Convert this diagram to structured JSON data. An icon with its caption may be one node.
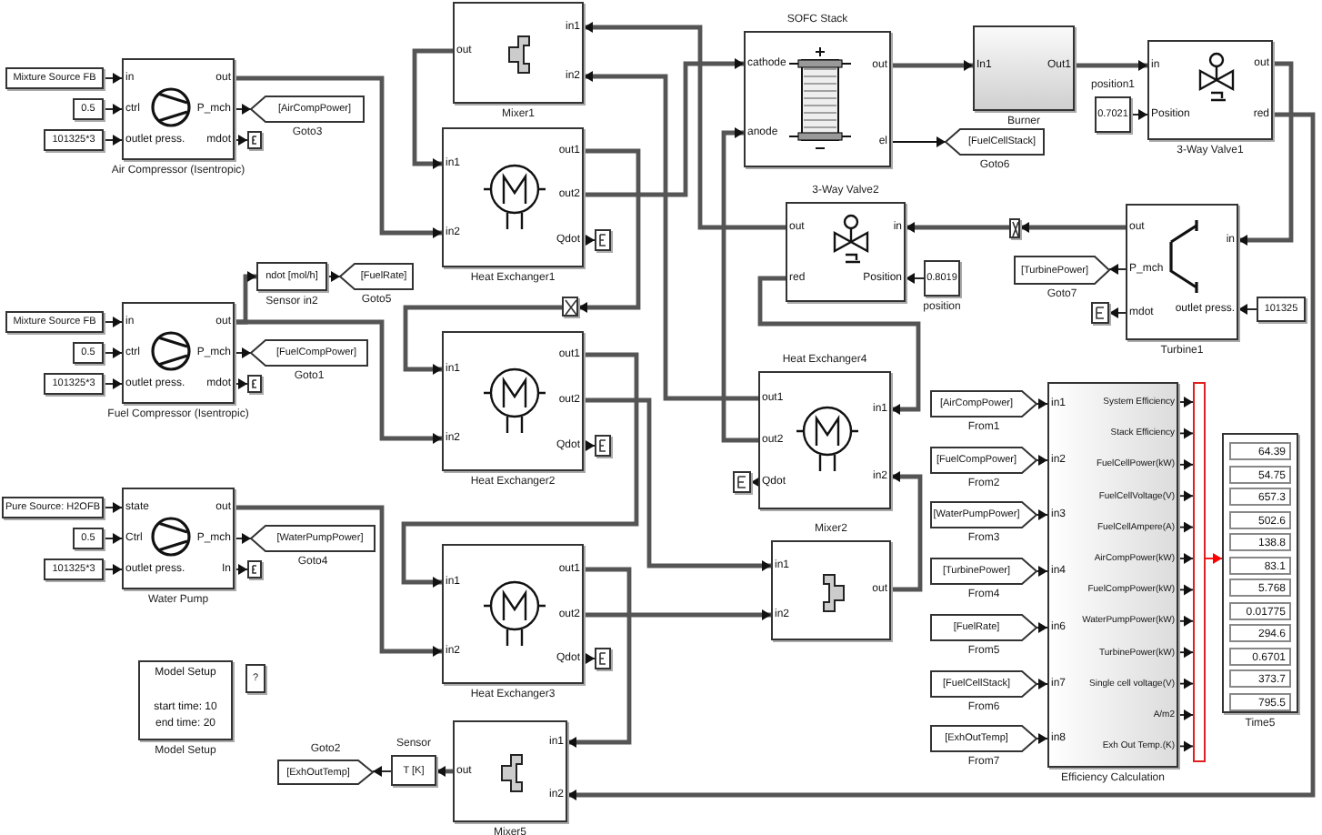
{
  "diagram": {
    "nodes": [
      {
        "text": [
          "Mixture Source FB"
        ]
      },
      {
        "text": [
          "0.5"
        ]
      },
      {
        "text": [
          "101325*3"
        ]
      },
      {
        "text": [
          "in",
          "ctrl",
          "outlet press.",
          "out",
          "P_mch",
          "mdot"
        ],
        "beside": [
          "Air Compressor (Isentropic)"
        ]
      },
      {
        "text": [
          "[AirCompPower]"
        ],
        "beside": [
          "Goto3"
        ]
      },
      {
        "text": [],
        "shape": "box"
      },
      {
        "text": [
          "ndot [mol/h]"
        ],
        "beside": [
          "Sensor in2"
        ]
      },
      {
        "text": [
          "[FuelRate]"
        ],
        "beside": [
          "Goto5"
        ]
      },
      {
        "text": [
          "Mixture Source FB"
        ]
      },
      {
        "text": [
          "0.5"
        ]
      },
      {
        "text": [
          "101325*3"
        ]
      },
      {
        "text": [
          "in",
          "ctrl",
          "outlet press.",
          "out",
          "P_mch",
          "mdot"
        ],
        "beside": [
          "Fuel Compressor (Isentropic)"
        ]
      },
      {
        "text": [
          "[FuelCompPower]"
        ],
        "beside": [
          "Goto1"
        ]
      },
      {
        "text": [],
        "shape": "box"
      },
      {
        "text": [
          "Pure Source: H2OFB"
        ]
      },
      {
        "text": [
          "0.5"
        ]
      },
      {
        "text": [
          "101325*3"
        ]
      },
      {
        "text": [
          "state",
          "Ctrl",
          "outlet press.",
          "out",
          "P_mch",
          "In"
        ],
        "beside": [
          "Water Pump"
        ]
      },
      {
        "text": [
          "[WaterPumpPower]"
        ],
        "beside": [
          "Goto4"
        ]
      },
      {
        "text": [],
        "shape": "box"
      },
      {
        "text": [
          "Model Setup",
          "start time: 10",
          "end time: 20"
        ],
        "beside": [
          "Model Setup"
        ]
      },
      {
        "text": [
          "?"
        ]
      },
      {
        "text": [
          "[ExhOutTemp]"
        ],
        "beside": [
          "Goto2"
        ]
      },
      {
        "text": [
          "T [K]"
        ],
        "beside": [
          "Sensor"
        ]
      },
      {
        "text": [
          "out",
          "in1",
          "in2"
        ],
        "beside": [
          "Mixer1"
        ]
      },
      {
        "text": [
          "in1",
          "in2",
          "out1",
          "out2",
          "Qdot"
        ],
        "beside": [
          "Heat Exchanger1"
        ]
      },
      {
        "text": [],
        "shape": "box"
      },
      {
        "text": [],
        "shape": "box"
      },
      {
        "text": [
          "in1",
          "in2",
          "out1",
          "out2",
          "Qdot"
        ],
        "beside": [
          "Heat Exchanger2"
        ]
      },
      {
        "text": [],
        "shape": "box"
      },
      {
        "text": [
          "in1",
          "in2",
          "out1",
          "out2",
          "Qdot"
        ],
        "beside": [
          "Heat Exchanger3"
        ]
      },
      {
        "text": [],
        "shape": "box"
      },
      {
        "text": [
          "out",
          "in1",
          "in2"
        ],
        "beside": [
          "Mixer5"
        ]
      },
      {
        "text": [
          "cathode",
          "anode",
          "out",
          "el"
        ],
        "beside": [
          "SOFC Stack"
        ]
      },
      {
        "text": [
          "In1",
          "Out1"
        ],
        "beside": [
          "Burner"
        ]
      },
      {
        "text": [
          "[FuelCellStack]"
        ],
        "beside": [
          "Goto6"
        ]
      },
      {
        "text": [
          "0.7021"
        ],
        "beside": [
          "position1"
        ]
      },
      {
        "text": [
          "in",
          "Position",
          "out",
          "red"
        ],
        "beside": [
          "3-Way Valve1"
        ]
      },
      {
        "text": [
          "out",
          "red",
          "in",
          "Position"
        ],
        "beside": [
          "3-Way Valve2"
        ]
      },
      {
        "text": [
          "0.8019"
        ],
        "beside": [
          "position"
        ]
      },
      {
        "text": [],
        "shape": "box"
      },
      {
        "text": [
          "out",
          "P_mch",
          "mdot",
          "in",
          "outlet press."
        ],
        "beside": [
          "Turbine1"
        ]
      },
      {
        "text": [
          "[TurbinePower]"
        ],
        "beside": [
          "Goto7"
        ]
      },
      {
        "text": [],
        "shape": "box"
      },
      {
        "text": [
          "101325"
        ]
      },
      {
        "text": [
          "out1",
          "out2",
          "Qdot",
          "in1",
          "in2"
        ],
        "beside": [
          "Heat Exchanger4"
        ]
      },
      {
        "text": [],
        "shape": "box"
      },
      {
        "text": [
          "in1",
          "in2",
          "out"
        ],
        "beside": [
          "Mixer2"
        ]
      },
      {
        "text": [
          "in1",
          "in2",
          "in3",
          "in4",
          "in6",
          "in7",
          "in8",
          "System Efficiency",
          "Stack Efficiency",
          "FuelCellPower(kW)",
          "FuelCellVoltage(V)",
          "FuelCellAmpere(A)",
          "AirCompPower(kW)",
          "FuelCompPower(kW)",
          "WaterPumpPower(kW)",
          "TurbinePower(kW)",
          "Single cell voltage(V)",
          "A/m2",
          "Exh Out Temp.(K)"
        ],
        "beside": [
          "Efficiency Calculation"
        ]
      },
      {
        "text": [
          "[AirCompPower]"
        ],
        "beside": [
          "From1"
        ]
      },
      {
        "text": [
          "[FuelCompPower]"
        ],
        "beside": [
          "From2"
        ]
      },
      {
        "text": [
          "[WaterPumpPower]"
        ],
        "beside": [
          "From3"
        ]
      },
      {
        "text": [
          "[TurbinePower]"
        ],
        "beside": [
          "From4"
        ]
      },
      {
        "text": [
          "[FuelRate]"
        ],
        "beside": [
          "From5"
        ]
      },
      {
        "text": [
          "[FuelCellStack]"
        ],
        "beside": [
          "From6"
        ]
      },
      {
        "text": [
          "[ExhOutTemp]"
        ],
        "beside": [
          "From7"
        ]
      },
      {
        "text": [],
        "shape": "bar"
      },
      {
        "text": [
          "64.39",
          "54.75",
          "657.3",
          "502.6",
          "138.8",
          "83.1",
          "5.768",
          "0.01775",
          "294.6",
          "0.6701",
          "373.7",
          "795.5"
        ],
        "beside": [
          "Time5"
        ]
      }
    ],
    "edges": [
      {
        "from": 0,
        "to": 3,
        "arrow": "to"
      },
      {
        "from": 1,
        "to": 3,
        "arrow": "to"
      },
      {
        "from": 2,
        "to": 3,
        "arrow": "to"
      },
      {
        "from": 3,
        "to": 4,
        "arrow": "to"
      },
      {
        "from": 3,
        "to": 5,
        "arrow": "to"
      },
      {
        "from": 3,
        "to": 25,
        "arrow": "to",
        "style": "thick"
      },
      {
        "from": 8,
        "to": 11,
        "arrow": "to"
      },
      {
        "from": 9,
        "to": 11,
        "arrow": "to"
      },
      {
        "from": 10,
        "to": 11,
        "arrow": "to"
      },
      {
        "from": 11,
        "to": 12,
        "arrow": "to"
      },
      {
        "from": 11,
        "to": 13,
        "arrow": "to"
      },
      {
        "from": 11,
        "to": 6,
        "arrow": "to",
        "style": "thick"
      },
      {
        "from": 11,
        "to": 28,
        "arrow": "to",
        "style": "thick"
      },
      {
        "from": 6,
        "to": 7,
        "arrow": "to"
      },
      {
        "from": 14,
        "to": 17,
        "arrow": "to"
      },
      {
        "from": 15,
        "to": 17,
        "arrow": "to"
      },
      {
        "from": 16,
        "to": 17,
        "arrow": "to"
      },
      {
        "from": 17,
        "to": 18,
        "arrow": "to"
      },
      {
        "from": 17,
        "to": 19,
        "arrow": "to"
      },
      {
        "from": 17,
        "to": 30,
        "arrow": "to",
        "style": "thick"
      },
      {
        "from": 24,
        "to": 25,
        "arrow": "to",
        "style": "thick"
      },
      {
        "from": 25,
        "to": 26,
        "arrow": "to"
      },
      {
        "from": 25,
        "to": 27,
        "arrow": "to",
        "style": "thick"
      },
      {
        "from": 27,
        "to": 28,
        "arrow": "to",
        "style": "thick"
      },
      {
        "from": 25,
        "to": 33,
        "arrow": "to",
        "style": "thick"
      },
      {
        "from": 28,
        "to": 29,
        "arrow": "to"
      },
      {
        "from": 28,
        "to": 30,
        "arrow": "to",
        "style": "thick"
      },
      {
        "from": 28,
        "to": 47,
        "arrow": "to",
        "style": "thick"
      },
      {
        "from": 30,
        "to": 31,
        "arrow": "to"
      },
      {
        "from": 30,
        "to": 47,
        "arrow": "to",
        "style": "thick"
      },
      {
        "from": 30,
        "to": 32,
        "arrow": "to",
        "style": "thick"
      },
      {
        "from": 38,
        "to": 24,
        "arrow": "to",
        "style": "thick"
      },
      {
        "from": 45,
        "to": 24,
        "arrow": "to",
        "style": "thick"
      },
      {
        "from": 45,
        "to": 33,
        "arrow": "to",
        "style": "thick"
      },
      {
        "from": 45,
        "to": 46,
        "arrow": "to"
      },
      {
        "from": 47,
        "to": 45,
        "arrow": "to",
        "style": "thick"
      },
      {
        "from": 38,
        "to": 45,
        "arrow": "to",
        "style": "thick"
      },
      {
        "from": 33,
        "to": 34,
        "arrow": "to",
        "style": "thick"
      },
      {
        "from": 33,
        "to": 35,
        "arrow": "to"
      },
      {
        "from": 34,
        "to": 37,
        "arrow": "to",
        "style": "thick"
      },
      {
        "from": 36,
        "to": 37,
        "arrow": "to"
      },
      {
        "from": 37,
        "to": 41,
        "arrow": "to",
        "style": "thick"
      },
      {
        "from": 37,
        "to": 32,
        "arrow": "to",
        "style": "thick"
      },
      {
        "from": 41,
        "to": 40,
        "arrow": "to",
        "style": "thick"
      },
      {
        "from": 40,
        "to": 38,
        "arrow": "to",
        "style": "thick"
      },
      {
        "from": 39,
        "to": 38,
        "arrow": "to"
      },
      {
        "from": 41,
        "to": 42,
        "arrow": "to"
      },
      {
        "from": 41,
        "to": 43,
        "arrow": "to"
      },
      {
        "from": 44,
        "to": 41,
        "arrow": "to"
      },
      {
        "from": 32,
        "to": 23,
        "arrow": "to",
        "style": "thick"
      },
      {
        "from": 23,
        "to": 22,
        "arrow": "to"
      },
      {
        "from": 49,
        "to": 48,
        "arrow": "to"
      },
      {
        "from": 50,
        "to": 48,
        "arrow": "to"
      },
      {
        "from": 51,
        "to": 48,
        "arrow": "to"
      },
      {
        "from": 52,
        "to": 48,
        "arrow": "to"
      },
      {
        "from": 53,
        "to": 48,
        "arrow": "to"
      },
      {
        "from": 54,
        "to": 48,
        "arrow": "to"
      },
      {
        "from": 55,
        "to": 48,
        "arrow": "to"
      },
      {
        "from": 48,
        "to": 56,
        "arrow": "to"
      },
      {
        "from": 48,
        "to": 56,
        "arrow": "to"
      },
      {
        "from": 48,
        "to": 56,
        "arrow": "to"
      },
      {
        "from": 48,
        "to": 56,
        "arrow": "to"
      },
      {
        "from": 48,
        "to": 56,
        "arrow": "to"
      },
      {
        "from": 48,
        "to": 56,
        "arrow": "to"
      },
      {
        "from": 48,
        "to": 56,
        "arrow": "to"
      },
      {
        "from": 48,
        "to": 56,
        "arrow": "to"
      },
      {
        "from": 48,
        "to": 56,
        "arrow": "to"
      },
      {
        "from": 48,
        "to": 56,
        "arrow": "to"
      },
      {
        "from": 48,
        "to": 56,
        "arrow": "to"
      },
      {
        "from": 48,
        "to": 56,
        "arrow": "to"
      },
      {
        "from": 56,
        "to": 57,
        "arrow": "to",
        "color": "#ff0000"
      }
    ]
  }
}
